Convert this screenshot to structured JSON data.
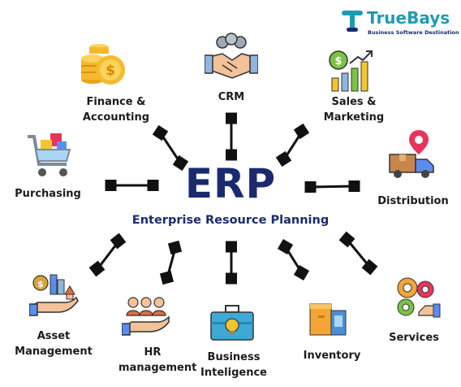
{
  "logo": {
    "name": "TrueBays",
    "tagline": "Business Software Destination",
    "color": "#1e9bb3"
  },
  "center": {
    "title": "ERP",
    "subtitle": "Enterprise Resource Planning",
    "color": "#1b2a6e"
  },
  "modules": {
    "finance": {
      "line1": "Finance &",
      "line2": "Accounting",
      "icon": "coins-icon"
    },
    "crm": {
      "line1": "CRM",
      "icon": "handshake-icon"
    },
    "sales": {
      "line1": "Sales &",
      "line2": "Marketing",
      "icon": "growth-chart-icon"
    },
    "purchasing": {
      "line1": "Purchasing",
      "icon": "shopping-cart-icon"
    },
    "distribution": {
      "line1": "Distribution",
      "icon": "delivery-truck-icon"
    },
    "asset": {
      "line1": "Asset",
      "line2": "Management",
      "icon": "hand-money-icon"
    },
    "hr": {
      "line1": "HR",
      "line2": "management",
      "icon": "people-hand-icon"
    },
    "bi": {
      "line1": "Business",
      "line2": "Inteligence",
      "icon": "briefcase-bulb-icon"
    },
    "inventory": {
      "line1": "Inventory",
      "icon": "boxes-icon"
    },
    "services": {
      "line1": "Services",
      "icon": "gears-icon"
    }
  }
}
